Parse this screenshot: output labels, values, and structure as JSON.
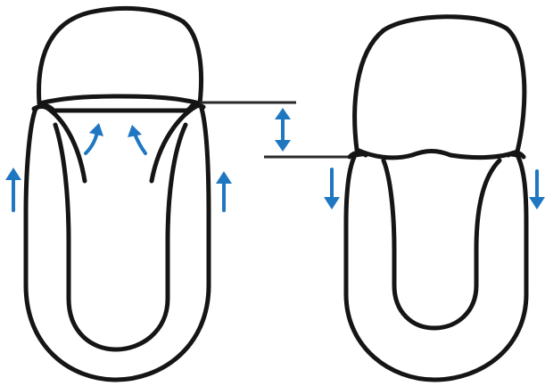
{
  "diagram": {
    "title": "",
    "colors": {
      "outline": "#151515",
      "measurement_line": "#2a2a2a",
      "arrow": "#1f77c2",
      "background": "#ffffff"
    },
    "panels": [
      {
        "id": "left-shape",
        "arrows": [
          "up-arrow",
          "up-arrow",
          "curved-up-arrow",
          "curved-up-arrow"
        ]
      },
      {
        "id": "right-shape",
        "arrows": [
          "down-arrow",
          "down-arrow"
        ]
      }
    ],
    "measurement": {
      "indicator": "double-headed-arrow"
    }
  }
}
